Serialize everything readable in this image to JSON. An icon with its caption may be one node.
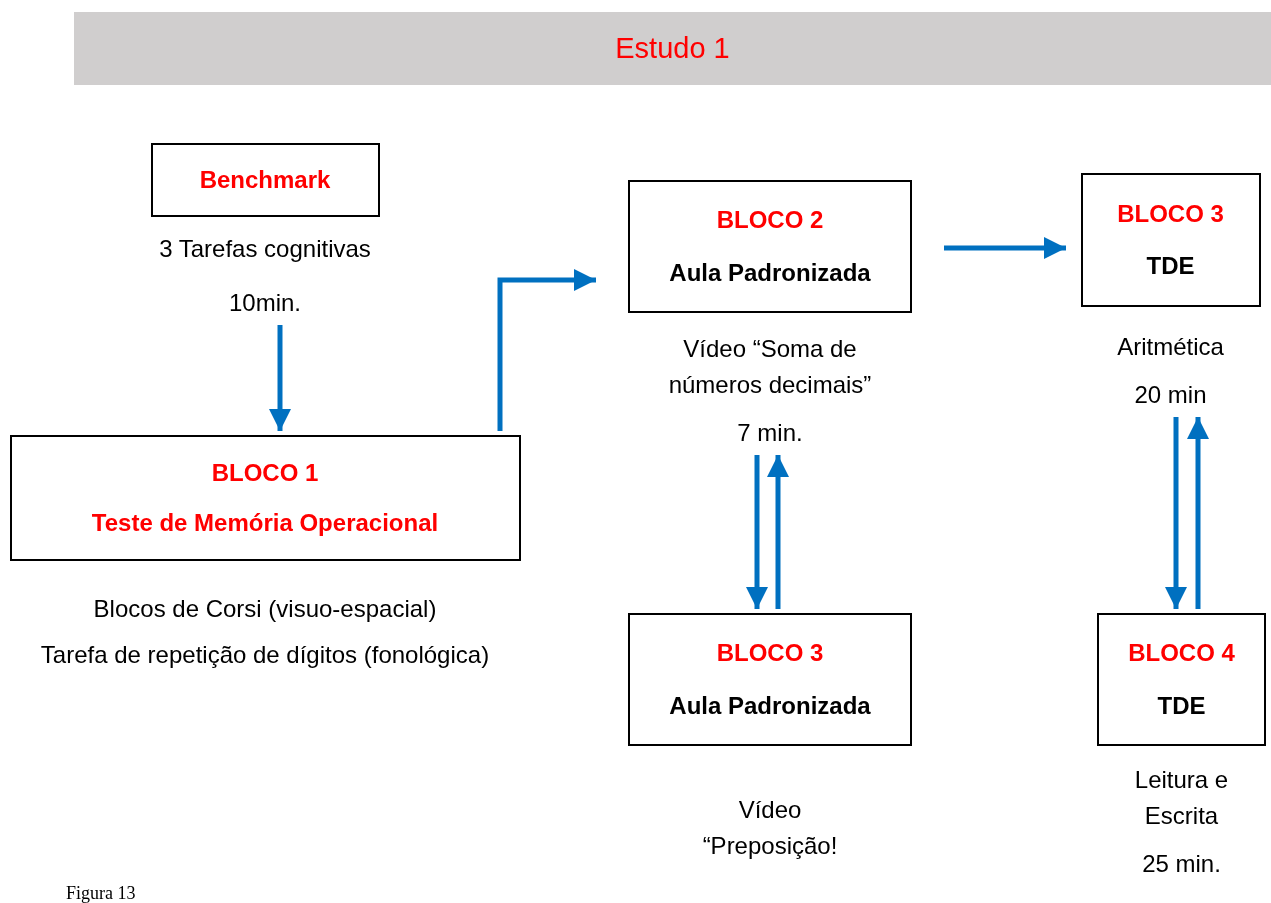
{
  "diagram": {
    "title": "Estudo 1",
    "caption": "Figura 13",
    "nodes": [
      {
        "text": [
          "Benchmark"
        ],
        "beside": [
          "3 Tarefas cognitivas",
          "10min."
        ]
      },
      {
        "text": [
          "BLOCO 1",
          "Teste de Memória Operacional"
        ],
        "beside": [
          "Blocos de Corsi (visuo-espacial)",
          "Tarefa de repetição de dígitos (fonológica)"
        ]
      },
      {
        "text": [
          "BLOCO 2",
          "Aula Padronizada"
        ],
        "beside": [
          "Vídeo “Soma de números decimais”",
          "7 min."
        ]
      },
      {
        "text": [
          "BLOCO 3",
          "TDE"
        ],
        "beside": [
          "Aritmética",
          "20 min"
        ]
      },
      {
        "text": [
          "BLOCO 3",
          "Aula Padronizada"
        ],
        "beside": [
          "Vídeo “Preposição!"
        ]
      },
      {
        "text": [
          "BLOCO 4",
          "TDE"
        ],
        "beside": [
          "Leitura e Escrita",
          "25 min."
        ]
      }
    ],
    "edges": [
      {
        "from": 0,
        "to": 1,
        "arrow": "to"
      },
      {
        "from": 1,
        "to": 2,
        "arrow": "to"
      },
      {
        "from": 2,
        "to": 3,
        "arrow": "to"
      },
      {
        "from": 2,
        "to": 4,
        "arrow": "to"
      },
      {
        "from": 4,
        "to": 2,
        "arrow": "to"
      },
      {
        "from": 3,
        "to": 5,
        "arrow": "to"
      },
      {
        "from": 5,
        "to": 3,
        "arrow": "to"
      }
    ]
  }
}
